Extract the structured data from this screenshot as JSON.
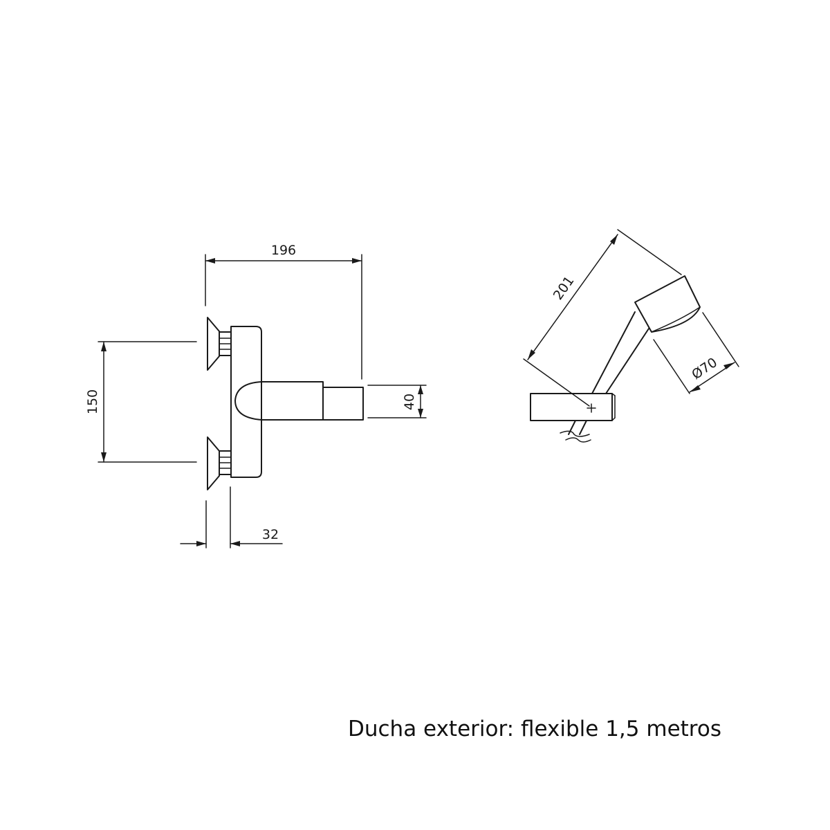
{
  "dimensions": {
    "width_overall": "196",
    "inlet_spacing": "150",
    "spout_height": "40",
    "wall_depth": "32",
    "head_length": "201",
    "head_diameter": "Ø70"
  },
  "caption": "Ducha exterior: flexible 1,5 metros"
}
